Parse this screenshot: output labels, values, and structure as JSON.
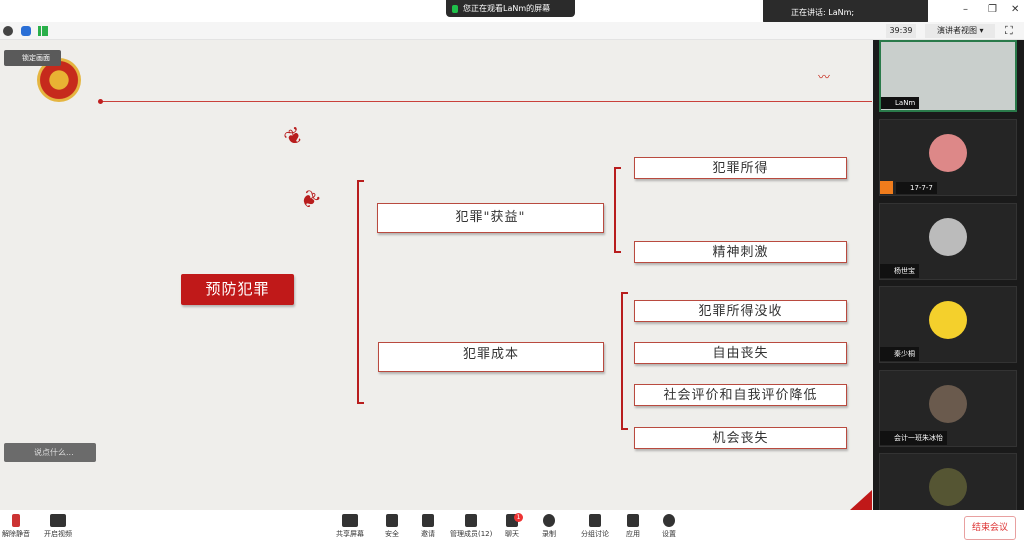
{
  "titlebar": {
    "share_notice": "您正在观看LaNm的屏幕",
    "speaking": "正在讲话: LaNm;",
    "min": "–",
    "restore": "❐",
    "close": "✕"
  },
  "toolbar": {
    "timer": "39:39",
    "view": "演讲者视图 ▾"
  },
  "slide": {
    "lock_label": "锁定画面",
    "chat_placeholder": "说点什么...",
    "root": "预防犯罪",
    "branches": [
      {
        "label": "犯罪\"获益\"",
        "children": [
          "犯罪所得",
          "精神刺激"
        ]
      },
      {
        "label": "犯罪成本",
        "children": [
          "犯罪所得没收",
          "自由丧失",
          "社会评价和自我评价降低",
          "机会丧失"
        ]
      }
    ]
  },
  "participants": [
    "LaNm",
    "17-7-7",
    "杨世宝",
    "秦少桐",
    "会计一班朱冰怡",
    ""
  ],
  "bottom": {
    "mute": "解除静音",
    "video": "开启视频",
    "share": "共享屏幕",
    "security": "安全",
    "invite": "邀请",
    "members": "管理成员(12)",
    "chat": "聊天",
    "chat_badge": "1",
    "record": "录制",
    "breakout": "分组讨论",
    "apps": "应用",
    "settings": "设置",
    "end": "结束会议"
  },
  "colors": {
    "accent": "#c01919"
  }
}
